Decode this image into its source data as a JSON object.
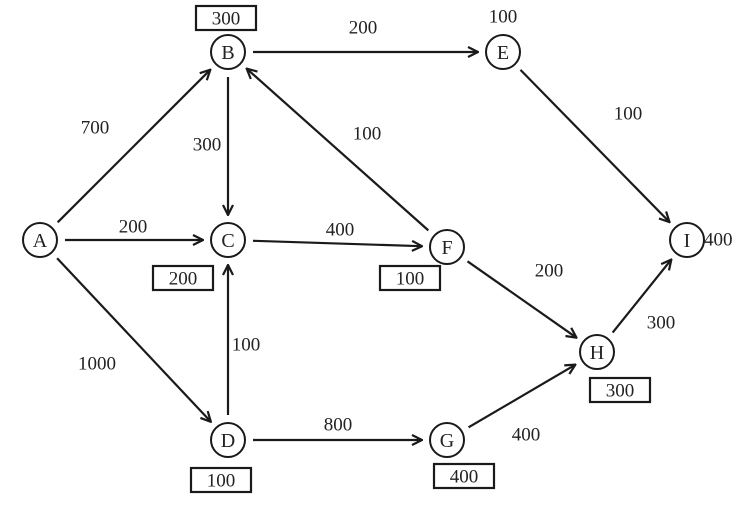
{
  "diagram": {
    "type": "network-flow",
    "nodes": [
      {
        "id": "A",
        "label": "A",
        "value": null,
        "value_style": "none"
      },
      {
        "id": "B",
        "label": "B",
        "value": "300",
        "value_style": "box"
      },
      {
        "id": "C",
        "label": "C",
        "value": "200",
        "value_style": "box"
      },
      {
        "id": "D",
        "label": "D",
        "value": "100",
        "value_style": "box"
      },
      {
        "id": "E",
        "label": "E",
        "value": "100",
        "value_style": "plain"
      },
      {
        "id": "F",
        "label": "F",
        "value": "100",
        "value_style": "box"
      },
      {
        "id": "G",
        "label": "G",
        "value": "400",
        "value_style": "box"
      },
      {
        "id": "H",
        "label": "H",
        "value": "300",
        "value_style": "box"
      },
      {
        "id": "I",
        "label": "I",
        "value": "400",
        "value_style": "plain"
      }
    ],
    "edges": [
      {
        "from": "A",
        "to": "B",
        "label": "700"
      },
      {
        "from": "A",
        "to": "C",
        "label": "200"
      },
      {
        "from": "A",
        "to": "D",
        "label": "1000"
      },
      {
        "from": "B",
        "to": "C",
        "label": "300"
      },
      {
        "from": "B",
        "to": "E",
        "label": "200"
      },
      {
        "from": "C",
        "to": "F",
        "label": "400"
      },
      {
        "from": "D",
        "to": "C",
        "label": "100"
      },
      {
        "from": "D",
        "to": "G",
        "label": "800"
      },
      {
        "from": "E",
        "to": "I",
        "label": "100"
      },
      {
        "from": "F",
        "to": "B",
        "label": "100"
      },
      {
        "from": "F",
        "to": "H",
        "label": "200"
      },
      {
        "from": "G",
        "to": "H",
        "label": "400"
      },
      {
        "from": "H",
        "to": "I",
        "label": "300"
      }
    ]
  }
}
